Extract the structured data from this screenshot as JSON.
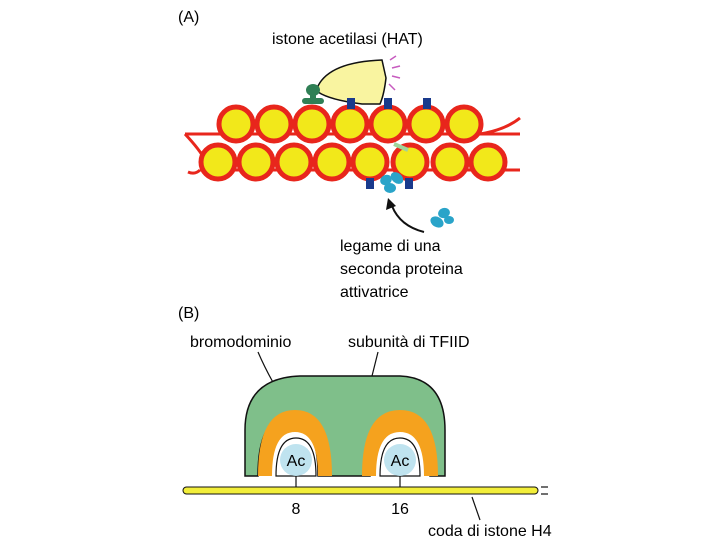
{
  "panel_a": {
    "label": "(A)",
    "hat_label": "istone acetilasi (HAT)",
    "second_activator_label": [
      "legame di una",
      "seconda proteina",
      "attivatrice"
    ]
  },
  "panel_b": {
    "label": "(B)",
    "bromodomain_label": "bromodominio",
    "tfiid_label": "subunità di TFIID",
    "ac_left": "Ac",
    "ac_right": "Ac",
    "residue_left": "8",
    "residue_right": "16",
    "tail_label": "coda di istone H4"
  },
  "colors": {
    "dna": "#e8261c",
    "nucleosome_fill": "#f2e81a",
    "hat_fill": "#f9f4a0",
    "activator_green": "#2f7f55",
    "activator_cyan": "#2aa4c9",
    "acetyl_blue": "#1a3a8c",
    "tfiid_green": "#7fbf8a",
    "bromo_orange": "#f5a21e",
    "ac_circle": "#bfe3ef",
    "tail_yellow": "#f2ee3a",
    "sparkle": "#c75bbf"
  }
}
